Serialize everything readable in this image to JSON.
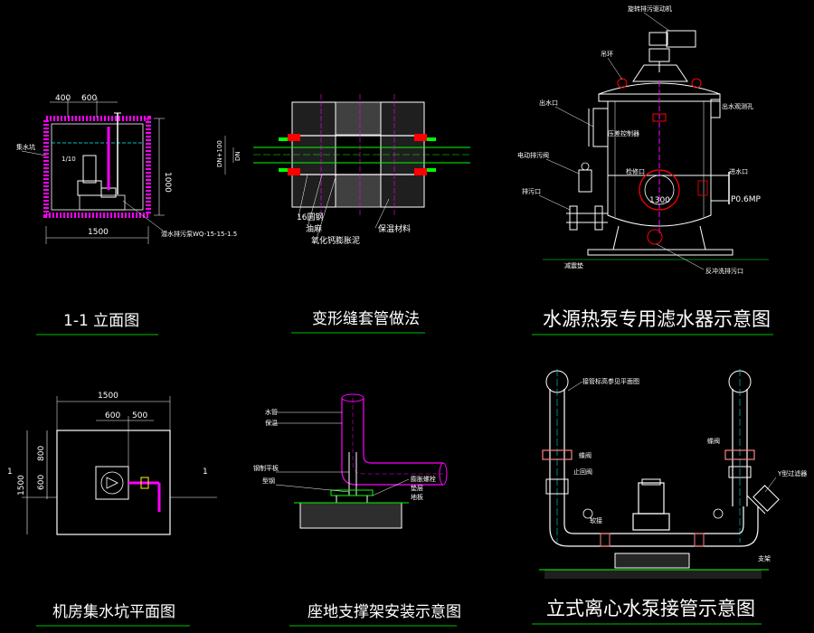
{
  "colors": {
    "background": "#000000",
    "line_white": "#ffffff",
    "line_green": "#00ff00",
    "line_magenta": "#ff00ff",
    "line_cyan": "#00ffff",
    "line_red": "#ff0000",
    "line_yellow": "#ffff00",
    "line_pink": "#ff8080",
    "line_blue": "#4060ff"
  },
  "panels": {
    "elevation_1_1": {
      "caption": "1-1 立面图",
      "dim_top_1": "400",
      "dim_top_2": "600",
      "dim_right": "1000",
      "dim_bottom": "1500",
      "label_left": "集水坑",
      "label_pump_a": "1/10",
      "label_note": "潜水排污泵WQ-15-15-1.5"
    },
    "sleeve_detail": {
      "caption": "变形缝套管做法",
      "dim_a": "DN+100",
      "dim_b": "DN",
      "label_steel": "16圆钢",
      "label_fill_1": "油麻",
      "label_fill_2": "氧化钙膨胀泥",
      "label_insul": "保温材料"
    },
    "water_filter": {
      "caption": "水源热泵专用滤水器示意图",
      "label_motor": "旋转排污驱动机",
      "label_lift": "吊环",
      "label_outlet_top": "出水口",
      "label_differential": "压差控制器",
      "label_elec_valve": "电动排污阀",
      "label_drain": "排污口",
      "label_manhole": "检修口",
      "label_dia": "1300",
      "label_inlet": "进水口",
      "label_pressure": "P0.6MP",
      "label_right_top": "出水观测孔",
      "label_base": "减震垫",
      "label_backwash": "反冲洗排污口"
    },
    "pit_plan": {
      "caption": "机房集水坑平面图",
      "dim_top": "1500",
      "dim_top_a": "600",
      "dim_top_b": "500",
      "dim_left": "1500",
      "dim_left_a": "800",
      "dim_left_b": "600",
      "section_mark_l": "1",
      "section_mark_r": "1"
    },
    "floor_support": {
      "caption": "座地支撑架安装示意图",
      "label_pipe": "水管",
      "label_insul": "保温",
      "label_plate": "钢制平板",
      "label_steel": "型钢",
      "label_bolt": "膨胀螺栓",
      "label_pad": "垫层",
      "label_floor": "地板"
    },
    "pump_connection": {
      "caption": "立式离心水泵接管示意图",
      "label_top": "接管标高参见平面图",
      "label_valve_l": "蝶阀",
      "label_valve_r": "蝶阀",
      "label_check": "止回阀",
      "label_soft": "软接",
      "label_filter": "Y型过滤器",
      "label_support": "支架"
    }
  }
}
